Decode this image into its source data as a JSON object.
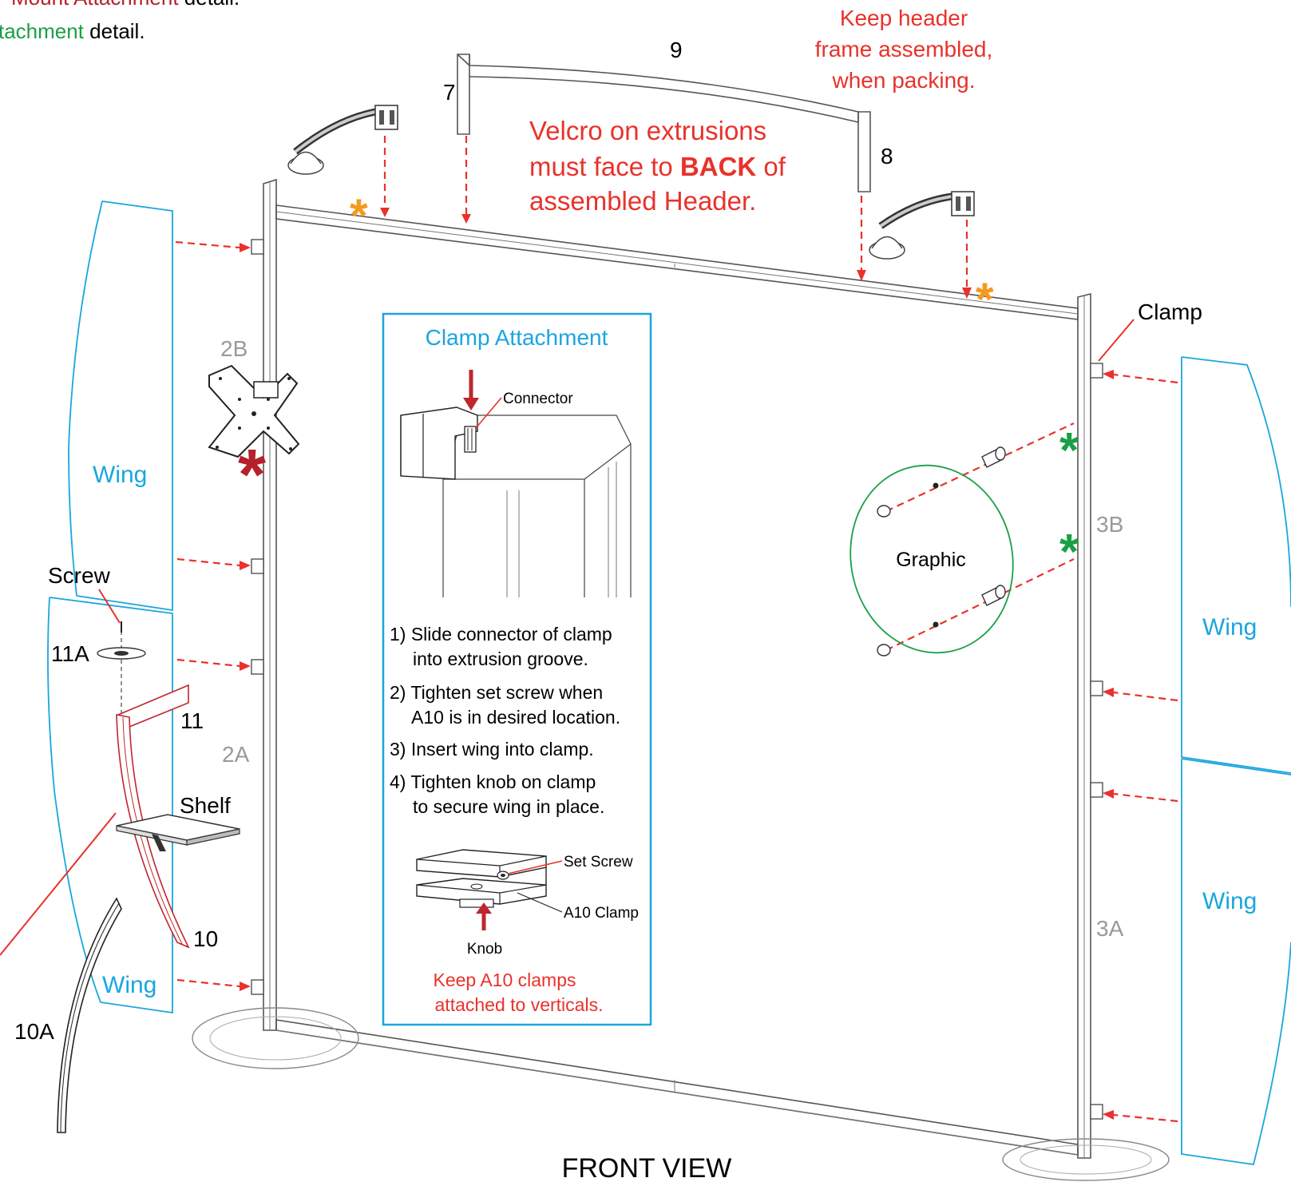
{
  "top_left_notes": {
    "line1_red": "Mount Attachment",
    "line1_rest": " detail.",
    "line2_green": "tachment",
    "line2_rest": " detail."
  },
  "header_note": {
    "line1": "Keep header",
    "line2": "frame assembled,",
    "line3": "when packing."
  },
  "velcro_note": {
    "line1": "Velcro on extrusions",
    "line2_pre": "must face to ",
    "line2_bold": "BACK",
    "line2_post": " of",
    "line3": "assembled Header."
  },
  "part_labels": {
    "p7": "7",
    "p8": "8",
    "p9": "9",
    "p2b": "2B",
    "p2a": "2A",
    "p3b": "3B",
    "p3a": "3A",
    "p11a": "11A",
    "p11": "11",
    "p10": "10",
    "p10a": "10A",
    "screw": "Screw",
    "shelf": "Shelf",
    "clamp": "Clamp",
    "graphic": "Graphic",
    "wing_left_top": "Wing",
    "wing_left_bottom": "Wing",
    "wing_right_top": "Wing",
    "wing_right_bottom": "Wing"
  },
  "clamp_box": {
    "title": "Clamp Attachment",
    "connector": "Connector",
    "steps": [
      "1) Slide connector of clamp",
      "into extrusion groove.",
      "2) Tighten set screw when",
      "A10 is in desired location.",
      "3) Insert wing into clamp.",
      "4) Tighten knob on clamp",
      "to secure wing in place."
    ],
    "set_screw": "Set Screw",
    "a10_clamp": "A10 Clamp",
    "knob": "Knob",
    "keep1": "Keep A10 clamps",
    "keep2": "attached to verticals."
  },
  "footer": "FRONT VIEW",
  "colors": {
    "red": "#e8322b",
    "blue": "#1aa6de",
    "green": "#1a9f46",
    "orange": "#f39a1e",
    "maroon": "#b5202b",
    "gray": "#9a9a9a"
  }
}
